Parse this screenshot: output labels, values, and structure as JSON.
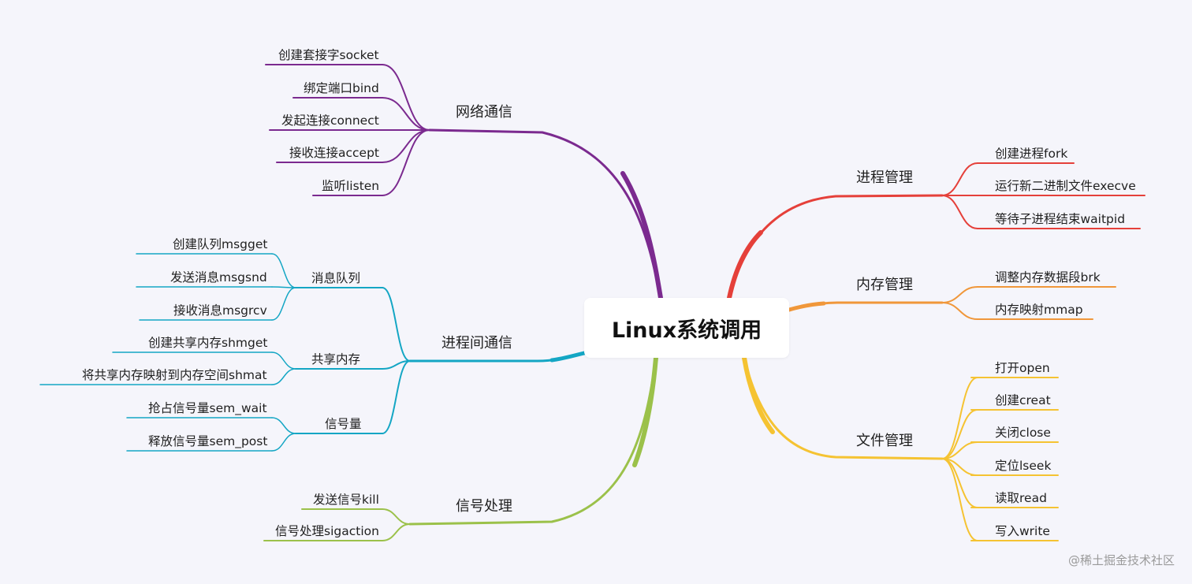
{
  "root": {
    "label": "Linux系统调用"
  },
  "branches": [
    {
      "id": "net",
      "label": "网络通信",
      "color": "#7b2a8f",
      "leaves": [
        "创建套接字socket",
        "绑定端口bind",
        "发起连接connect",
        "接收连接accept",
        "监听listen"
      ]
    },
    {
      "id": "ipc",
      "label": "进程间通信",
      "color": "#14a6c4",
      "groups": [
        {
          "label": "消息队列",
          "leaves": [
            "创建队列msgget",
            "发送消息msgsnd",
            "接收消息msgrcv"
          ]
        },
        {
          "label": "共享内存",
          "leaves": [
            "创建共享内存shmget",
            "将共享内存映射到内存空间shmat"
          ]
        },
        {
          "label": "信号量",
          "leaves": [
            "抢占信号量sem_wait",
            "释放信号量sem_post"
          ]
        }
      ]
    },
    {
      "id": "sig",
      "label": "信号处理",
      "color": "#9bc14a",
      "leaves": [
        "发送信号kill",
        "信号处理sigaction"
      ]
    },
    {
      "id": "proc",
      "label": "进程管理",
      "color": "#e5403a",
      "leaves": [
        "创建进程fork",
        "运行新二进制文件execve",
        "等待子进程结束waitpid"
      ]
    },
    {
      "id": "mem",
      "label": "内存管理",
      "color": "#f0973a",
      "leaves": [
        "调整内存数据段brk",
        "内存映射mmap"
      ]
    },
    {
      "id": "file",
      "label": "文件管理",
      "color": "#f5c332",
      "leaves": [
        "打开open",
        "创建creat",
        "关闭close",
        "定位lseek",
        "读取read",
        "写入write"
      ]
    }
  ],
  "watermark": "@稀土掘金技术社区"
}
